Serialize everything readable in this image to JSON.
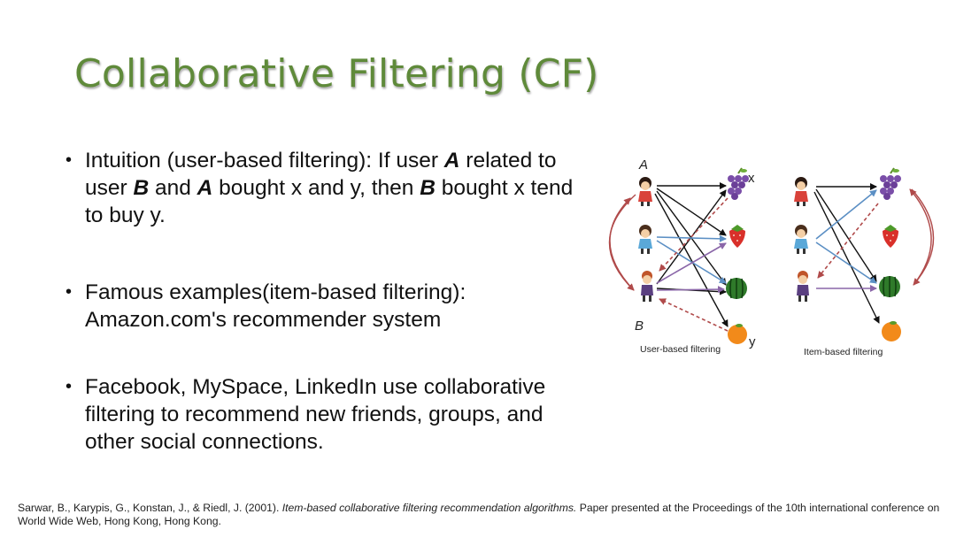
{
  "slide": {
    "title": "Collaborative Filtering (CF)",
    "bullets": [
      [
        {
          "t": "Intuition (user-based filtering): If user "
        },
        {
          "t": "A",
          "bi": true
        },
        {
          "t": " related to user "
        },
        {
          "t": "B",
          "bi": true
        },
        {
          "t": " and  "
        },
        {
          "t": "A",
          "bi": true
        },
        {
          "t": " bought x and y, then "
        },
        {
          "t": "B",
          "bi": true
        },
        {
          "t": " bought x tend to buy y."
        }
      ],
      [
        {
          "t": "Famous examples(item-based filtering): Amazon.com's recommender system"
        }
      ],
      [
        {
          "t": "Facebook, MySpace, LinkedIn use collaborative filtering to recommend new friends, groups, and other social connections."
        }
      ]
    ],
    "citation": {
      "before": "Sarwar, B., Karypis, G., Konstan, J., & Riedl, J. (2001). ",
      "italic": "Item-based collaborative filtering recommendation algorithms.",
      "after": " Paper presented at the Proceedings of the 10th international conference on World Wide Web, Hong Kong, Hong Kong."
    }
  },
  "diagram": {
    "label_a": "A",
    "label_b": "B",
    "label_x": "x",
    "label_y": "y",
    "caption_user": "User-based filtering",
    "caption_item": "Item-based filtering",
    "users": [
      "user-a",
      "user-2",
      "user-b"
    ],
    "items": [
      "grapes",
      "strawberry",
      "watermelon",
      "orange"
    ],
    "colors": {
      "title": "#5f8a3a",
      "arrow_black": "#111111",
      "arrow_blue": "#5b8fc4",
      "arrow_purple": "#8a66a8",
      "arrow_red": "#b04a4a"
    }
  }
}
